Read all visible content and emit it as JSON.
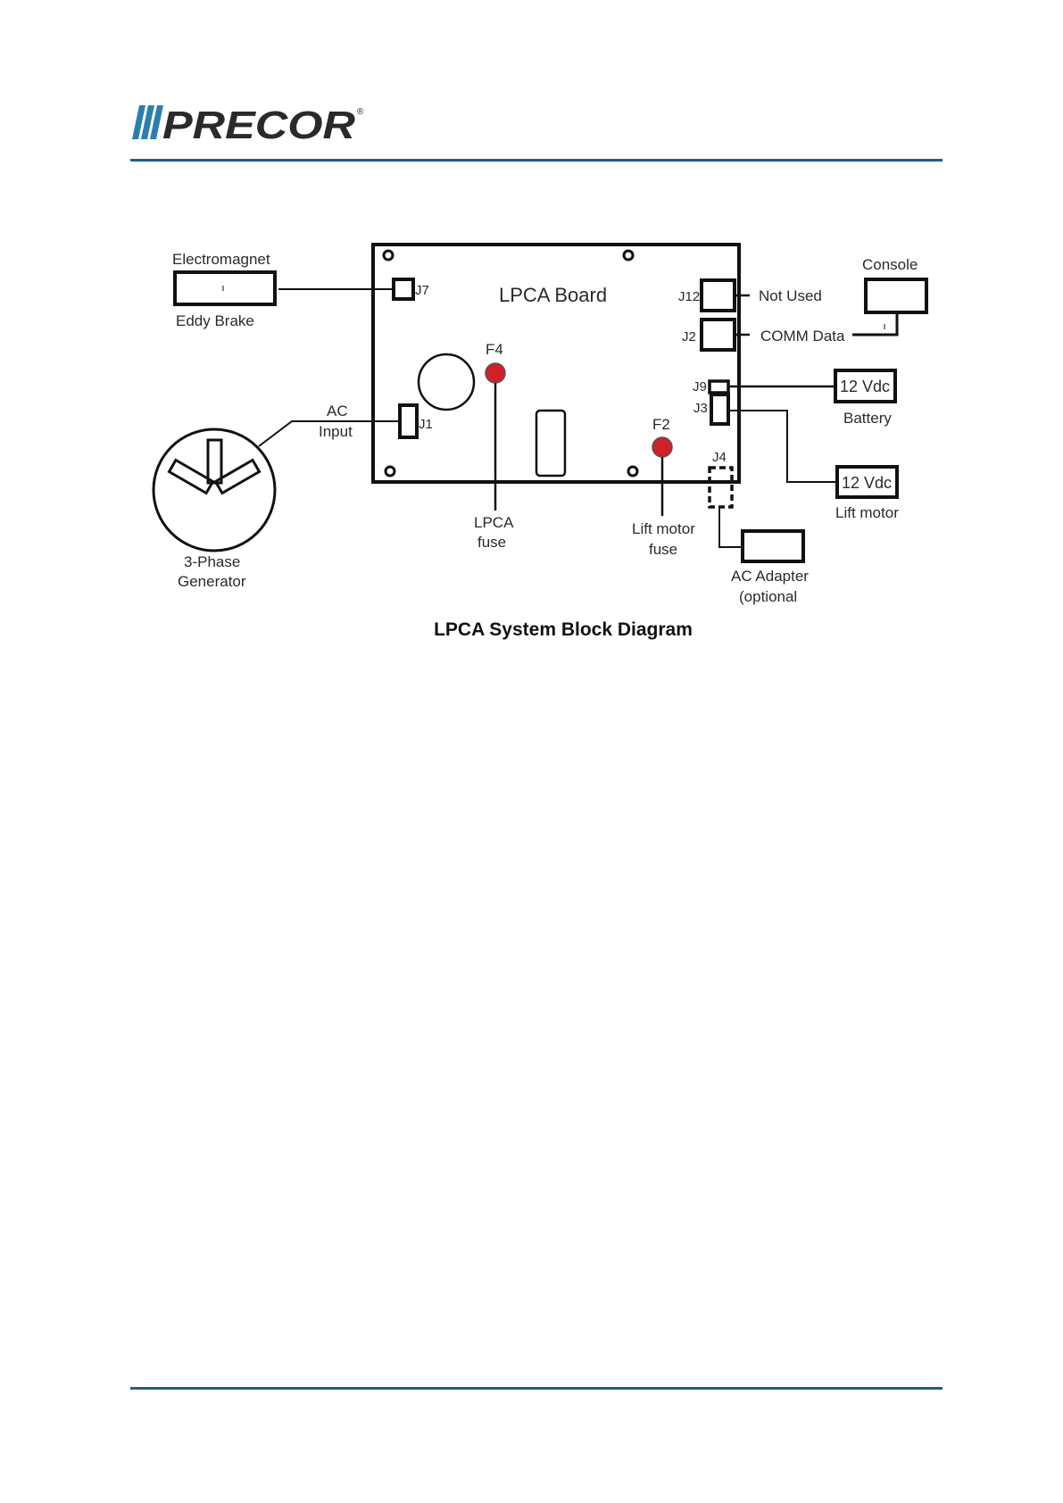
{
  "header": {
    "logo_text": "PRECOR",
    "registered_mark": "®"
  },
  "diagram": {
    "board_title": "LPCA Board",
    "electromagnet": "Electromagnet",
    "eddy_brake": "Eddy Brake",
    "ac_input_line1": "AC",
    "ac_input_line2": "Input",
    "generator_line1": "3-Phase",
    "generator_line2": "Generator",
    "f4": "F4",
    "f2": "F2",
    "lpca_fuse_line1": "LPCA",
    "lpca_fuse_line2": "fuse",
    "lift_fuse_line1": "Lift motor",
    "lift_fuse_line2": "fuse",
    "j7": "J7",
    "j1": "J1",
    "j12": "J12",
    "j2": "J2",
    "j9": "J9",
    "j3": "J3",
    "j4": "J4",
    "not_used": "Not Used",
    "comm_data": "COMM Data",
    "console": "Console",
    "battery_voltage": "12 Vdc",
    "battery": "Battery",
    "lift_voltage": "12 Vdc",
    "lift_motor": "Lift motor",
    "ac_adapter_line1": "AC Adapter",
    "ac_adapter_line2": "(optional",
    "caption": "LPCA System Block Diagram",
    "fuse_color": "#d0202a"
  }
}
